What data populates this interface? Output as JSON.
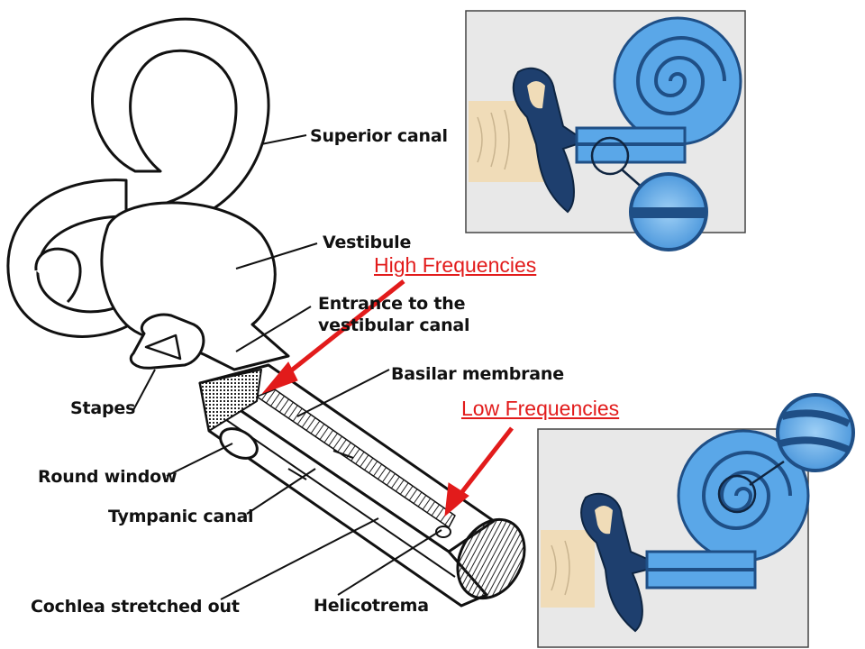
{
  "labels": {
    "superior_canal": "Superior canal",
    "vestibule": "Vestibule",
    "entrance_line1": "Entrance to the",
    "entrance_line2": "vestibular canal",
    "basilar_membrane": "Basilar membrane",
    "stapes": "Stapes",
    "round_window": "Round window",
    "tympanic_canal": "Tympanic canal",
    "cochlea_stretched": "Cochlea stretched out",
    "helicotrema": "Helicotrema"
  },
  "callouts": {
    "high": "High Frequencies",
    "low": "Low Frequencies"
  },
  "colors": {
    "callout_red": "#e21b1b",
    "cochlea_blue": "#5aa7e8",
    "cochlea_dark": "#1f4f86",
    "ossicle": "#1e3f6e",
    "ear_canal": "#f0dcb8",
    "panel_bg": "#e9e9e9"
  }
}
